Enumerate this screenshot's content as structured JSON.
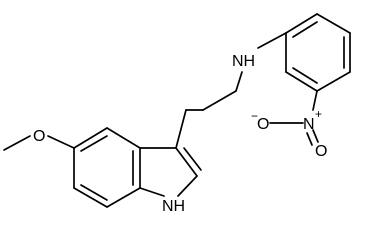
{
  "molecule": {
    "atoms": {
      "nh_amine": "NH",
      "n_nitro": "N",
      "n_charge": "+",
      "o_minus": "O",
      "o_charge": "−",
      "o_nitro": "O",
      "o_methoxy": "O",
      "nh_indole": "NH"
    }
  }
}
